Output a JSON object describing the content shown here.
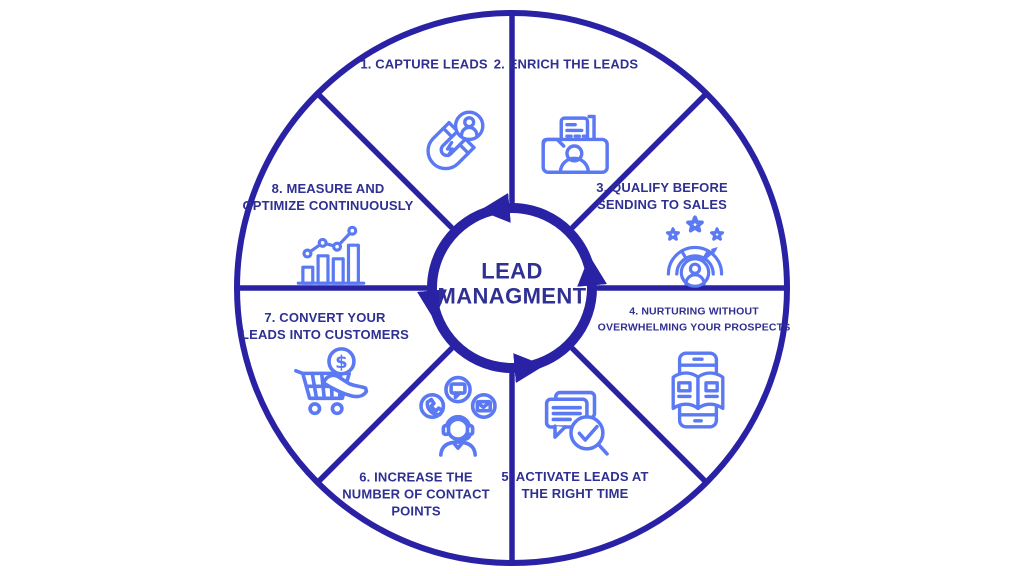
{
  "colors": {
    "line": "#2a22a4",
    "text": "#2f3092",
    "icon": "#5a79f3",
    "bg": "#ffffff"
  },
  "center": {
    "title": "LEAD\nMANAGMENT"
  },
  "segments": [
    {
      "label": "1. CAPTURE LEADS",
      "icon": "magnet-user-icon"
    },
    {
      "label": "2. ENRICH THE LEADS",
      "icon": "folder-documents-icon"
    },
    {
      "label": "3. QUALIFY BEFORE\nSENDING TO SALES",
      "icon": "rating-gauge-stars-icon"
    },
    {
      "label": "4. NURTURING WITHOUT\nOVERWHELMING YOUR PROSPECTS",
      "icon": "tablet-open-book-icon"
    },
    {
      "label": "5. ACTIVATE LEADS AT\nTHE RIGHT TIME",
      "icon": "chat-search-check-icon"
    },
    {
      "label": "6. INCREASE THE\nNUMBER OF CONTACT\nPOINTS",
      "icon": "support-contact-channels-icon"
    },
    {
      "label": "7. CONVERT YOUR\nLEADS INTO CUSTOMERS",
      "icon": "cart-money-hand-icon"
    },
    {
      "label": "8. MEASURE AND\nOPTIMIZE CONTINUOUSLY",
      "icon": "growth-bar-chart-icon"
    }
  ]
}
